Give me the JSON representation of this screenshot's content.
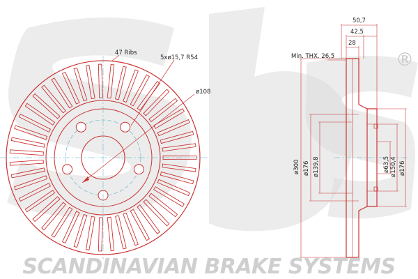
{
  "brand": {
    "logo_text": "sbs",
    "registered_mark": "®",
    "tagline": "SCANDINAVIAN BRAKE SYSTEMS"
  },
  "front_view": {
    "ribs_label": "47 Ribs",
    "bolt_label": "5xø15,7  R54",
    "pcd_label": "ø108",
    "rib_count": 47,
    "bolt_hole_count": 5
  },
  "side_view": {
    "min_thk_label": "Min. THX. 26,5",
    "dim_total_width": "50,7",
    "dim_hat_depth": "42,5",
    "dim_thickness": "28",
    "dia_outer": "ø300",
    "dia_176_left": "ø176",
    "dia_139": "ø139,8",
    "dia_63": "ø63,5",
    "dia_150": "ø150,4",
    "dia_176_right": "ø176"
  },
  "colors": {
    "line": "#cc3333",
    "dimension": "#333333",
    "watermark": "#d6d6d6",
    "centerline": "#4fb3c8"
  }
}
